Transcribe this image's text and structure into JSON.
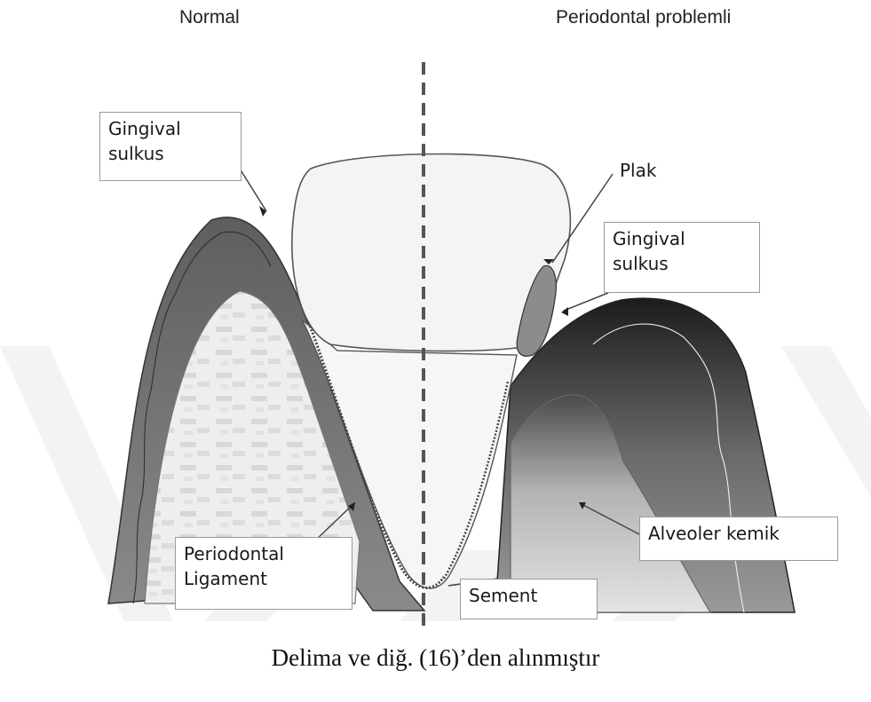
{
  "headings": {
    "left": "Normal",
    "right": "Periodontal problemli"
  },
  "labels": {
    "gingival_left_line1": "Gingival",
    "gingival_left_line2": "sulkus",
    "plak": "Plak",
    "gingival_right_line1": "Gingival",
    "gingival_right_line2": "sulkus",
    "periodontal_ligament_line1": "Periodontal",
    "periodontal_ligament_line2": "Ligament",
    "sement": "Sement",
    "alveoler_kemik": "Alveoler kemik"
  },
  "caption": "Delima ve diğ. (16)’den alınmıştır"
}
